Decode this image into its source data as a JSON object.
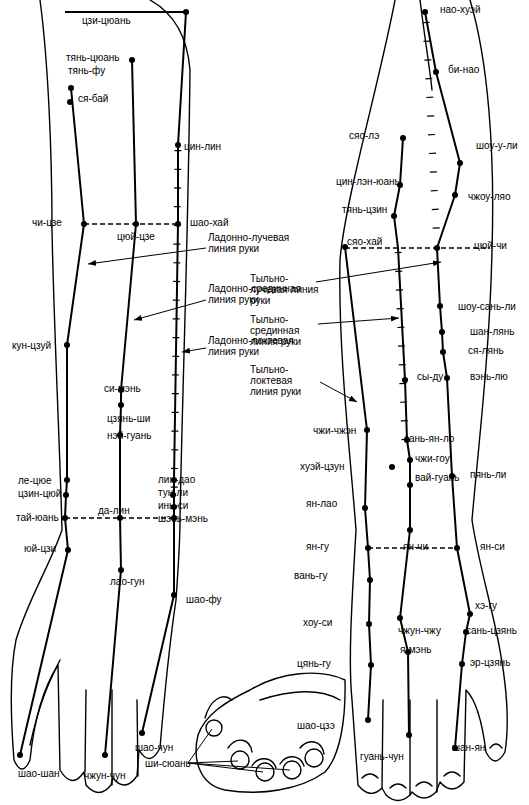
{
  "diagram": {
    "labels": [
      "цзи-цюань",
      "тянь-цюань",
      "тянь-фу",
      "ся-бай",
      "цин-лин",
      "чи-цзе",
      "цюй-цзе",
      "шао-хай",
      "Ладонно-лучевая линия руки",
      "Ладонно-срединная линия руки",
      "Ладонно-локтевая линия руки",
      "кун-цзуй",
      "си-мэнь",
      "цзянь-ши",
      "нэй-гуань",
      "ле-цюе",
      "цзин-цюй",
      "тай-юань",
      "да-лин",
      "лин-дао",
      "тун-ли",
      "инь-си",
      "шэнь-мэнь",
      "юй-цзи",
      "лао-гун",
      "шао-фу",
      "шао-шан",
      "шао-чун",
      "чжун-чун",
      "ши-сюань",
      "нао-хуэй",
      "би-нао",
      "сяо-лэ",
      "шоу-у-ли",
      "цин-лэн-юань",
      "тянь-цзин",
      "чжоу-ляо",
      "сяо-хай",
      "цюй-чи",
      "Тыльно-лучевая линия руки",
      "Тыльно-срединная линия руки",
      "Тыльно-локтевая линия руки",
      "шоу-сань-ли",
      "шан-лянь",
      "ся-лянь",
      "вэнь-лю",
      "сы-ду",
      "чжи-чжэн",
      "сань-ян-ло",
      "хуэй-цзун",
      "чжи-гоу",
      "вай-гуань",
      "пянь-ли",
      "ян-лао",
      "ян-гу",
      "ян-чи",
      "ян-си",
      "вань-гу",
      "хэ-гу",
      "сань-цзянь",
      "чжун-чжу",
      "хоу-си",
      "я-мэнь",
      "эр-цзянь",
      "цянь-гу",
      "шао-цзэ",
      "гуань-чун",
      "шан-ян"
    ]
  }
}
